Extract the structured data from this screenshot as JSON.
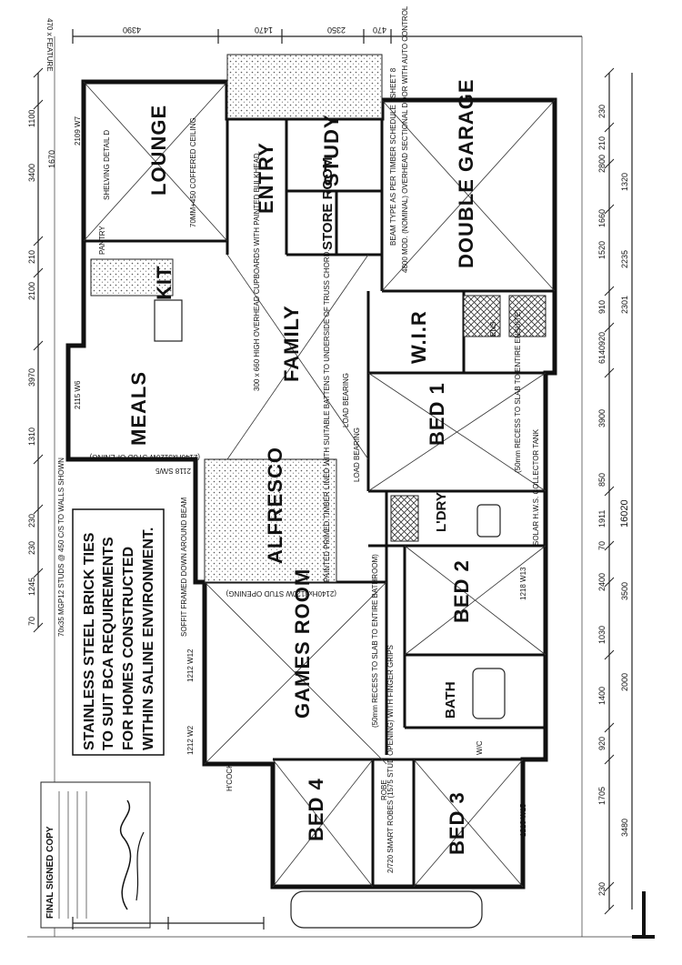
{
  "rooms": {
    "lounge": "LOUNGE",
    "kit": "KIT",
    "meals": "MEALS",
    "family": "FAMILY",
    "entry": "ENTRY",
    "study": "STUDY",
    "store": "STORE ROOM",
    "garage": "DOUBLE GARAGE",
    "wir": "W.I.R",
    "bed1": "BED 1",
    "ldry": "L'DRY",
    "alfresco": "ALFRESCO",
    "bed2": "BED 2",
    "games": "GAMES ROOM",
    "bath": "BATH",
    "bed3": "BED 3",
    "bed4": "BED 4",
    "ens": "ENS",
    "robe": "ROBE",
    "wc": "W/C"
  },
  "notes": {
    "warning": [
      "STAINLESS STEEL BRICK TIES",
      "TO SUIT BCA REQUIREMENTS",
      "FOR HOMES CONSTRUCTED",
      "WITHIN SALINE ENVIRONMENT."
    ],
    "final_copy": "FINAL SIGNED COPY",
    "lounge_ceiling": "70MM+450 COFFERED CEILING",
    "shelving_d": "SHELVING DETAIL D",
    "garage_door": "4800 MOD. (NOMINAL) OVERHEAD SECTIONAL DOOR WITH AUTO CONTROL",
    "beam": "BEAM TYPE AS PER TIMBER SCHEDULE - SHEET 8",
    "slab_bath": "(50mm RECESS TO SLAB TO ENTIRE BATHROOM)",
    "slab_ens": "(50mm RECESS TO SLAB TO ENTIRE ENSUITE)",
    "alfresco_note": "PAINTED PRIMED TIMBER LINED WITH SUITABLE BATTENS TO UNDERSIDE OF TRUSS CHORD.",
    "stud_opening": "(2140Hx3120W STUD OPENING)",
    "load_bearing": "LOAD BEARING",
    "smart_robes": "2/720 SMART ROBES (1575 STUD OPENING) WITH FINGER GRIPS",
    "family_overhead": "300 x 660 HIGH OVERHEAD CUPBOARDS WITH PAINTED BULKHEAD.",
    "pantry": "PANTRY",
    "hw_unit": "SOLAR H.W.S. COLLECTOR TANK",
    "soffit": "SOFFIT FRAMED DOWN AROUND BEAM",
    "hcock": "H'COCK",
    "stud_wall": "70x35 MGP12 STUDS @ 450 C/S TO WALLS SHOWN"
  },
  "dimensions": {
    "top": [
      "4390",
      "2350",
      "1470",
      "470",
      "470 x FEATURE"
    ],
    "left": [
      "1100",
      "3400",
      "1670",
      "2100",
      "210",
      "3970",
      "1310",
      "230",
      "1245",
      "230",
      "70"
    ],
    "right": [
      "230",
      "2800",
      "210",
      "1320",
      "2235",
      "1660",
      "1520",
      "910",
      "2301",
      "6140",
      "920",
      "3900",
      "850",
      "1911",
      "70",
      "2400",
      "3500",
      "1030",
      "1400",
      "2000",
      "920",
      "1705",
      "3480",
      "230"
    ],
    "overall": "16020",
    "detail": [
      "1218 W13",
      "1218 W15",
      "1212 W12",
      "1212 W2",
      "2115 W6",
      "2118 S/W5",
      "2109 W7"
    ]
  }
}
